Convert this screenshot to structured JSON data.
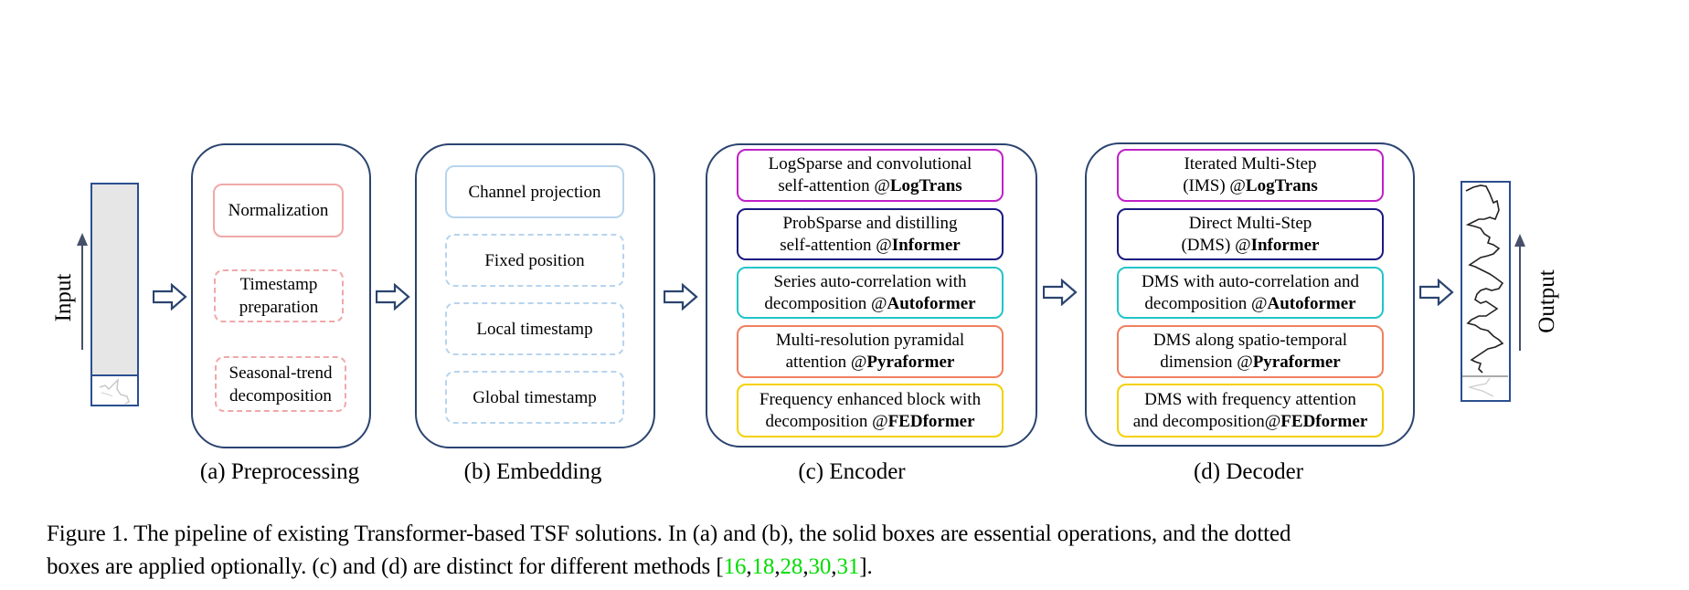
{
  "input": {
    "label": "Input",
    "icon": "up-arrow-icon"
  },
  "output": {
    "label": "Output",
    "icon": "up-arrow-icon"
  },
  "stages": {
    "preprocessing": {
      "label": "(a) Preprocessing",
      "items": [
        {
          "text": "Normalization",
          "style": "solid"
        },
        {
          "text": "Timestamp preparation",
          "line1": "Timestamp",
          "line2": "preparation",
          "style": "dashed"
        },
        {
          "text": "Seasonal-trend decomposition",
          "line1": "Seasonal-trend",
          "line2": "decomposition",
          "style": "dashed"
        }
      ],
      "color": "#f0a8a8"
    },
    "embedding": {
      "label": "(b) Embedding",
      "items": [
        {
          "text": "Channel projection",
          "style": "solid"
        },
        {
          "text": "Fixed position",
          "style": "dashed"
        },
        {
          "text": "Local timestamp",
          "style": "dashed"
        },
        {
          "text": "Global timestamp",
          "style": "dashed"
        }
      ],
      "color": "#b8d4ee"
    },
    "encoder": {
      "label": "(c) Encoder",
      "items": [
        {
          "line1": "LogSparse and convolutional",
          "line2_plain": "self-attention @",
          "model": "LogTrans",
          "color": "#c020c8"
        },
        {
          "line1": "ProbSparse and distilling",
          "line2_plain": "self-attention @",
          "model": "Informer",
          "color": "#1a1a80"
        },
        {
          "line1": "Series auto-correlation with",
          "line2_plain": "decomposition @",
          "model": "Autoformer",
          "color": "#22c4c8"
        },
        {
          "line1": "Multi-resolution pyramidal",
          "line2_plain": "attention @",
          "model": "Pyraformer",
          "color": "#f08060"
        },
        {
          "line1": "Frequency enhanced block with",
          "line2_plain": "decomposition @",
          "model": "FEDformer",
          "color": "#f5d000"
        }
      ]
    },
    "decoder": {
      "label": "(d) Decoder",
      "items": [
        {
          "line1": "Iterated Multi-Step",
          "line2_plain": "(IMS) @",
          "model": "LogTrans",
          "color": "#c020c8"
        },
        {
          "line1": "Direct Multi-Step",
          "line2_plain": "(DMS) @",
          "model": "Informer",
          "color": "#1a1a80"
        },
        {
          "line1": "DMS with auto-correlation and",
          "line2_plain": "decomposition @",
          "model": "Autoformer",
          "color": "#22c4c8"
        },
        {
          "line1": "DMS along spatio-temporal",
          "line2_plain": "dimension @",
          "model": "Pyraformer",
          "color": "#f08060"
        },
        {
          "line1": "DMS with frequency attention",
          "line2_plain": "and decomposition@",
          "model": "FEDformer",
          "color": "#f5d000"
        }
      ]
    }
  },
  "caption": {
    "line1": "Figure 1. The pipeline of existing Transformer-based TSF solutions. In (a) and (b), the solid boxes are essential operations, and the dotted",
    "line2_text": "boxes are applied optionally. (c) and (d) are distinct for different methods [",
    "citations": [
      "16",
      "18",
      "28",
      "30",
      "31"
    ],
    "line2_end": "].",
    "citation_color": "#00dd00"
  },
  "colors": {
    "stage_outline": "#2b4470",
    "arrow_outline": "#2b4470",
    "input_fill": "#e6e6e6"
  }
}
